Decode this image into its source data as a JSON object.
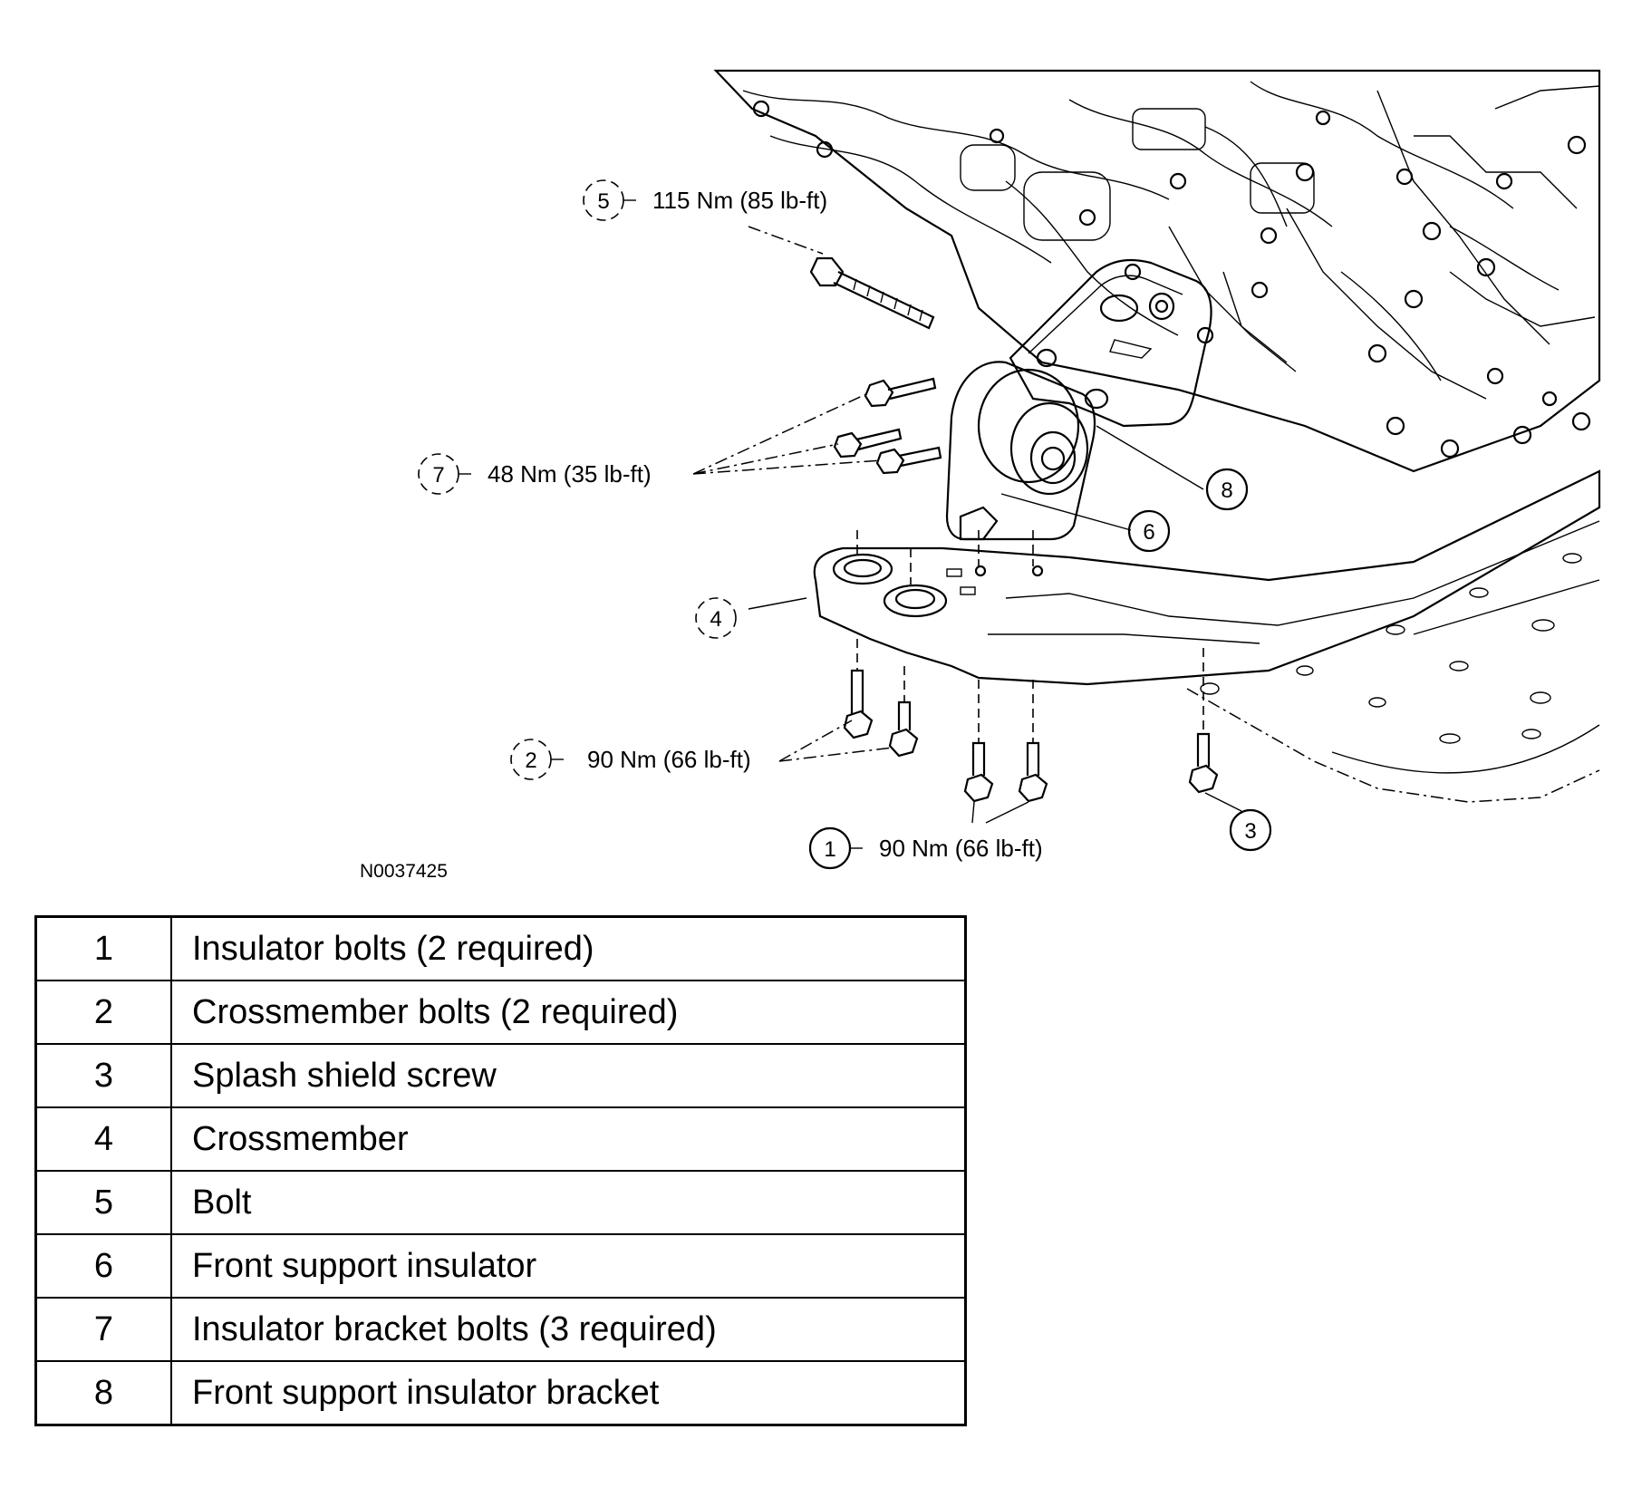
{
  "callouts": [
    {
      "num": "5",
      "spec": "115 Nm (85 lb-ft)"
    },
    {
      "num": "7",
      "spec": "48 Nm (35 lb-ft)"
    },
    {
      "num": "8",
      "spec": ""
    },
    {
      "num": "6",
      "spec": ""
    },
    {
      "num": "4",
      "spec": ""
    },
    {
      "num": "2",
      "spec": "90 Nm (66 lb-ft)"
    },
    {
      "num": "1",
      "spec": "90 Nm (66 lb-ft)"
    },
    {
      "num": "3",
      "spec": ""
    }
  ],
  "figure_id": "N0037425",
  "legend": [
    {
      "num": "1",
      "desc": "Insulator bolts (2 required)"
    },
    {
      "num": "2",
      "desc": "Crossmember bolts (2 required)"
    },
    {
      "num": "3",
      "desc": "Splash shield screw"
    },
    {
      "num": "4",
      "desc": "Crossmember"
    },
    {
      "num": "5",
      "desc": "Bolt"
    },
    {
      "num": "6",
      "desc": "Front support insulator"
    },
    {
      "num": "7",
      "desc": "Insulator bracket bolts (3 required)"
    },
    {
      "num": "8",
      "desc": "Front support insulator bracket"
    }
  ]
}
